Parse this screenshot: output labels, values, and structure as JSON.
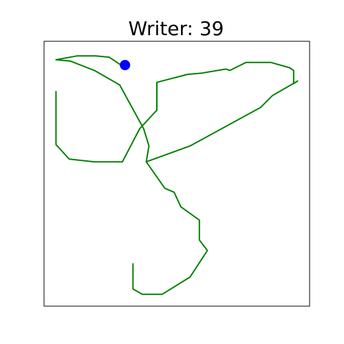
{
  "chart_data": {
    "type": "line",
    "title": "Writer: 39",
    "xlabel": "",
    "ylabel": "",
    "xlim": [
      0,
      100
    ],
    "ylim": [
      0,
      100
    ],
    "grid": false,
    "axes_ticks": false,
    "series": [
      {
        "x": [
          33.5,
          33.5,
          37.0,
          44.5,
          55.0,
          61.5,
          58.5,
          58.5,
          51.5,
          49.0,
          45.5,
          38.5,
          39.5,
          37.5,
          28.5,
          19.0,
          10.0,
          4.5,
          4.5,
          12.5,
          19.5,
          24.5,
          29.0,
          30.0
        ],
        "y": [
          16.0,
          6.5,
          4.5,
          4.5,
          11.0,
          21.0,
          25.0,
          32.5,
          37.5,
          43.0,
          44.5,
          54.5,
          60.5,
          67.0,
          83.5,
          89.0,
          92.5,
          93.0,
          93.0,
          94.5,
          94.5,
          94.0,
          91.0,
          91.0
        ],
        "color": "#008000"
      },
      {
        "x": [
          38.5,
          55.0,
          81.5,
          86.0,
          95.5,
          94.0,
          94.0,
          92.5,
          85.5,
          76.0,
          70.0,
          68.5,
          59.5,
          54.0,
          42.5,
          42.5,
          36.0,
          29.5,
          19.0,
          9.5,
          4.5,
          4.5
        ],
        "y": [
          54.5,
          60.5,
          75.0,
          79.5,
          85.0,
          84.0,
          89.0,
          90.0,
          92.0,
          92.0,
          89.0,
          89.5,
          88.0,
          87.5,
          84.5,
          74.0,
          67.0,
          54.5,
          54.5,
          55.5,
          61.0,
          81.0
        ],
        "color": "#008000"
      }
    ],
    "marker": {
      "x": [
        30.5
      ],
      "y": [
        91.0
      ],
      "color": "#0000ff"
    }
  }
}
